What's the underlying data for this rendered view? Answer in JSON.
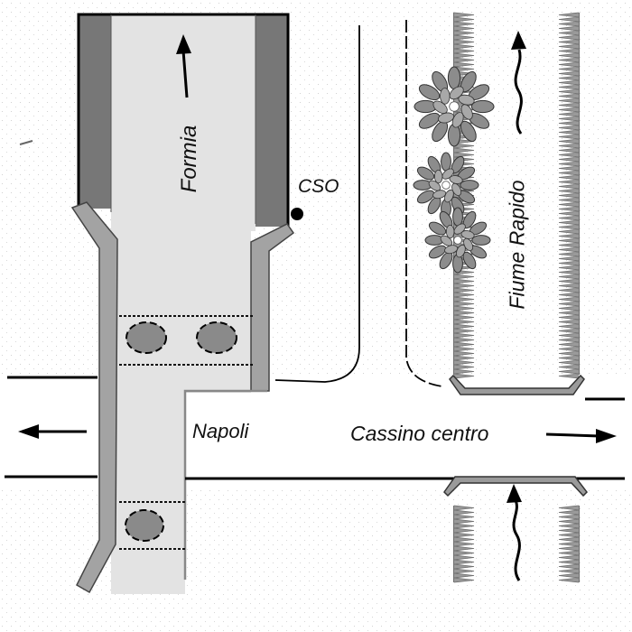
{
  "labels": {
    "formia": "Formia",
    "cso": "CSO",
    "fiume": "Fiume Rapido",
    "napoli": "Napoli",
    "cassino": "Cassino  centro"
  },
  "colors": {
    "road_fill": "#e3e3e3",
    "dark_wall": "#777777",
    "mid_wall": "#a3a3a3",
    "manhole": "#8a8a8a",
    "vegetation": "#8c8c8c",
    "river_edge": "#6f6f6f",
    "lines": "#000000"
  },
  "icons": {
    "north_arrow": "arrow-up-icon",
    "west_arrow": "arrow-left-icon",
    "east_arrow": "arrow-right-icon",
    "flow_arrow": "wavy-arrow-up-icon",
    "tree": "tree-icon",
    "cso_marker": "dot-icon"
  }
}
